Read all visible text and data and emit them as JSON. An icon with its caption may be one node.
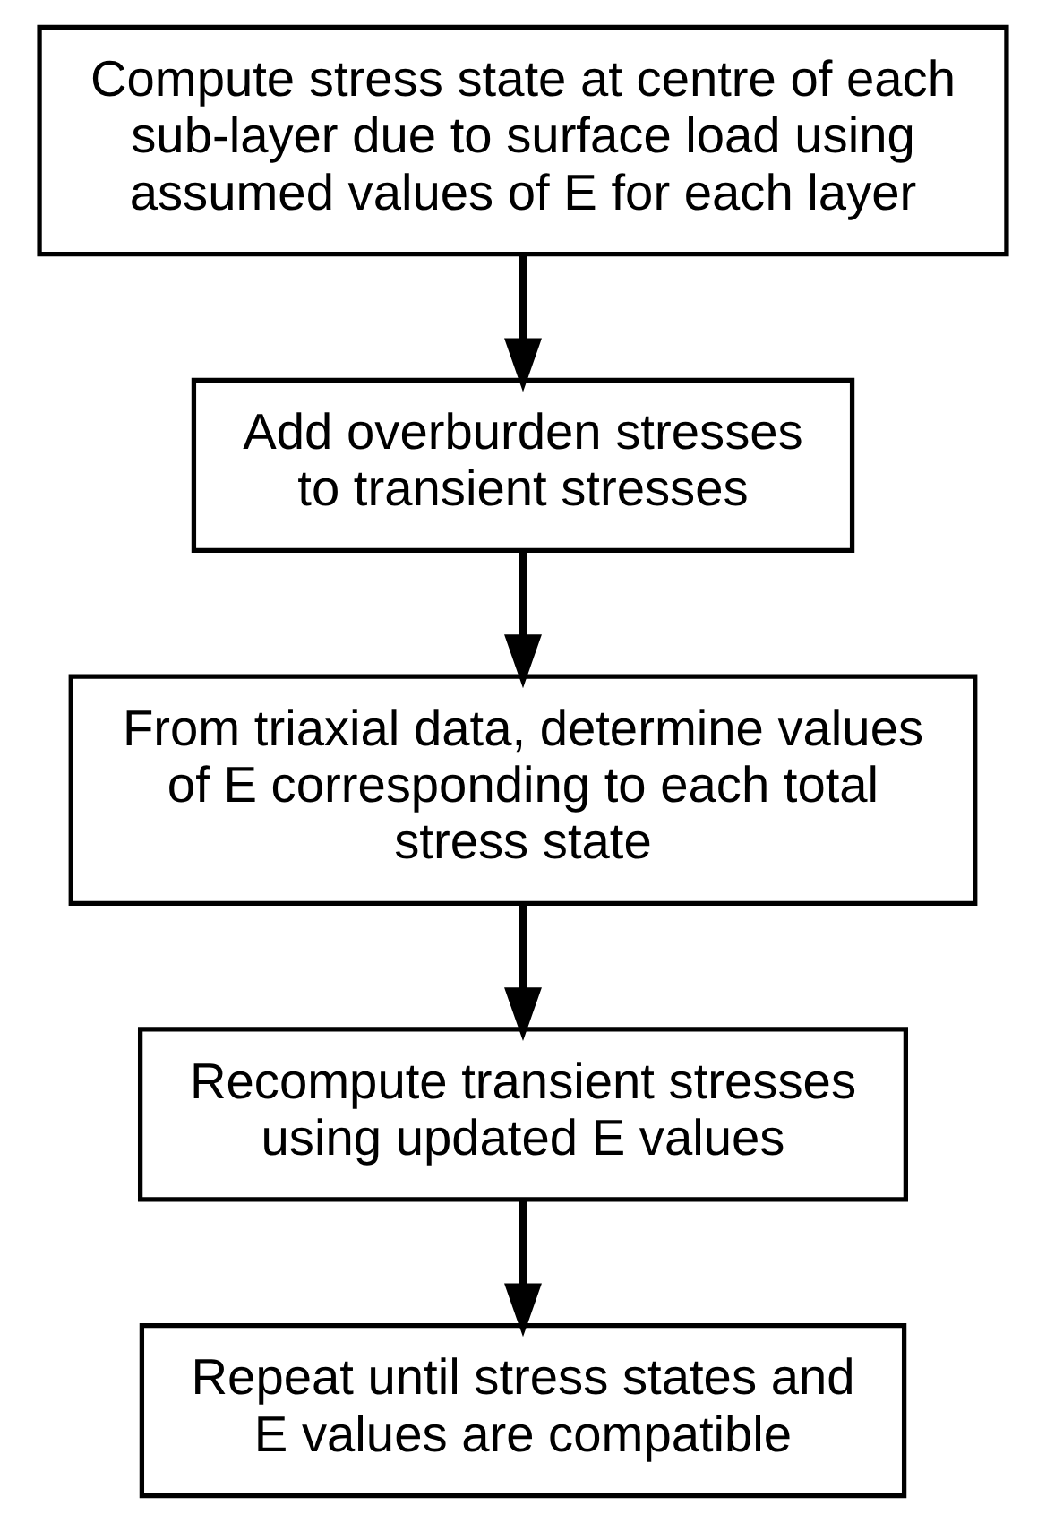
{
  "diagram": {
    "nodes": [
      {
        "text": [
          "Compute stress state at centre of each sub-layer due to surface load using assumed values of E for each layer"
        ]
      },
      {
        "text": [
          "Add overburden stresses to transient stresses"
        ]
      },
      {
        "text": [
          "From triaxial data, determine values of E corresponding to each total stress state"
        ]
      },
      {
        "text": [
          "Recompute transient stresses using updated E values"
        ]
      },
      {
        "text": [
          "Repeat until stress states and E values are compatible"
        ]
      }
    ],
    "edges": [
      {
        "from": 0,
        "to": 1,
        "arrow": "to"
      },
      {
        "from": 1,
        "to": 2,
        "arrow": "to"
      },
      {
        "from": 2,
        "to": 3,
        "arrow": "to"
      },
      {
        "from": 3,
        "to": 4,
        "arrow": "to"
      }
    ]
  }
}
